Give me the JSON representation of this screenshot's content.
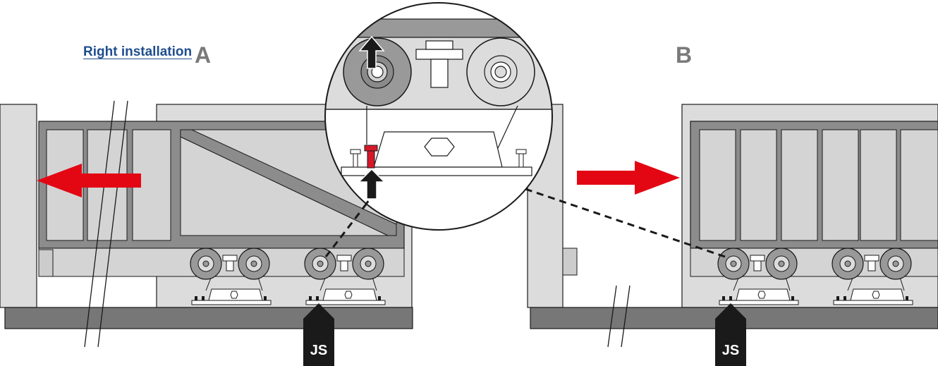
{
  "header": {
    "title": "Right installation"
  },
  "panels": [
    {
      "id": "A",
      "label": "A",
      "direction": "left"
    },
    {
      "id": "B",
      "label": "B",
      "direction": "right"
    }
  ],
  "markers": {
    "js_label": "JS"
  },
  "colors": {
    "arrow": "#e30613",
    "pillar": "#dcdcdc",
    "frame": "#8c8c8c",
    "gate_fill": "#d4d4d4",
    "rail": "#777777",
    "wheel_dark": "#8f8f8f",
    "outline": "#1a1a1a",
    "title": "#1f4e8f",
    "letter": "#7a7a7a",
    "highlight": "#d6182a"
  },
  "icons": [
    "arrow-left-icon",
    "arrow-right-icon",
    "arrow-up-icon",
    "hex-nut-icon",
    "bolt-icon",
    "roller-wheel-icon"
  ]
}
